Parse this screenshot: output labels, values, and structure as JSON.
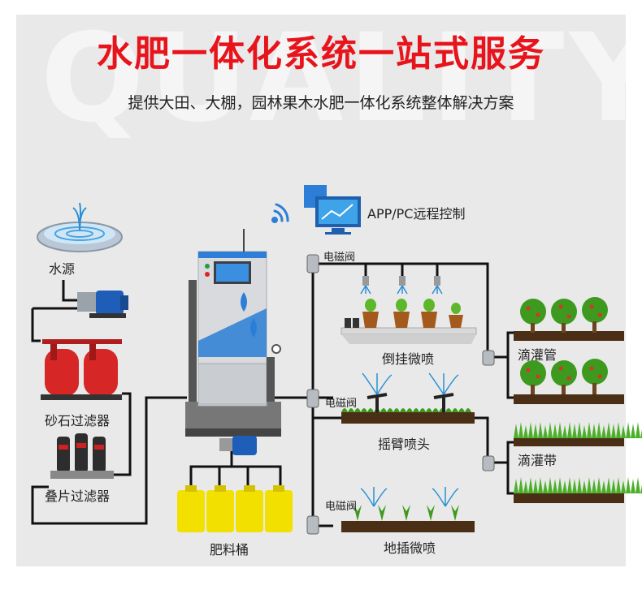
{
  "title": "水肥一体化系统一站式服务",
  "subtitle": "提供大田、大棚，园林果木水肥一体化系统整体解决方案",
  "watermark": "QUALITY",
  "labels": {
    "app_control": "APP/PC远程控制",
    "water_source": "水源",
    "sand_filter": "砂石过滤器",
    "disc_filter": "叠片过滤器",
    "fertilizer_bucket": "肥料桶",
    "valve_1": "电磁阀",
    "valve_2": "电磁阀",
    "valve_3": "电磁阀",
    "hanging_spray": "倒挂微喷",
    "rocker_sprinkler": "摇臂喷头",
    "ground_spray": "地插微喷",
    "drip_pipe": "滴灌管",
    "drip_tape": "滴灌带"
  },
  "colors": {
    "title_red": "#e8141c",
    "pipe": "#111111",
    "panel_bg": "#e9e9e9"
  }
}
